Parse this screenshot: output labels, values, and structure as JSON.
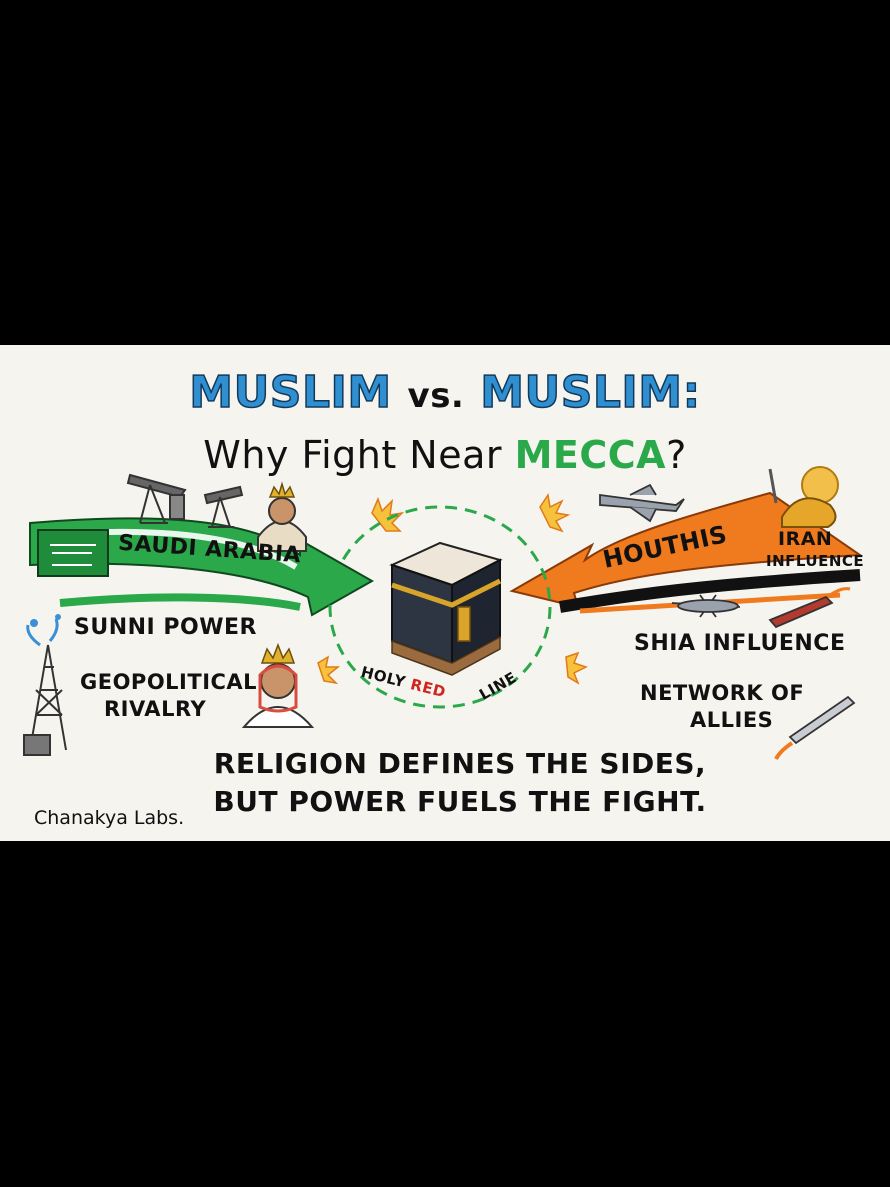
{
  "title": {
    "word1": "MUSLIM",
    "vs": "vs.",
    "word2": "MUSLIM",
    "colon": ":",
    "line2_prefix": "Why Fight Near ",
    "line2_highlight": "MECCA",
    "line2_suffix": "?"
  },
  "left_side": {
    "arrow_label": "SAUDI ARABIA",
    "point1": "SUNNI POWER",
    "point2_line1": "GEOPOLITICAL",
    "point2_line2": "RIVALRY"
  },
  "right_side": {
    "arrow_label": "HOUTHIS",
    "badge_line1": "IRAN",
    "badge_line2": "INFLUENCE",
    "point1": "SHIA INFLUENCE",
    "point2_line1": "NETWORK OF",
    "point2_line2": "ALLIES"
  },
  "center": {
    "ring_label_part1": "HOLY ",
    "ring_label_highlight": "RED",
    "ring_label_part2": "LINE"
  },
  "caption": {
    "line1": "RELIGION DEFINES THE SIDES,",
    "line2": "BUT POWER FUELS THE FIGHT."
  },
  "credit": "Chanakya Labs.",
  "colors": {
    "title_blue": "#2f8fd0",
    "mecca_green": "#2aa84a",
    "saudi_arrow_green": "#2aa84a",
    "houthi_arrow_orange": "#f07a1e",
    "red_line_text": "#d0241d",
    "letterbox": "#000000",
    "panel": "#f6f4ef"
  },
  "icons": [
    "saudi-flag-icon",
    "oil-pump-icon",
    "oil-derrick-icon",
    "saudi-royal-icon",
    "kaaba-icon",
    "explosion-icon",
    "drone-icon",
    "missile-icon",
    "iran-lion-sun-icon"
  ]
}
